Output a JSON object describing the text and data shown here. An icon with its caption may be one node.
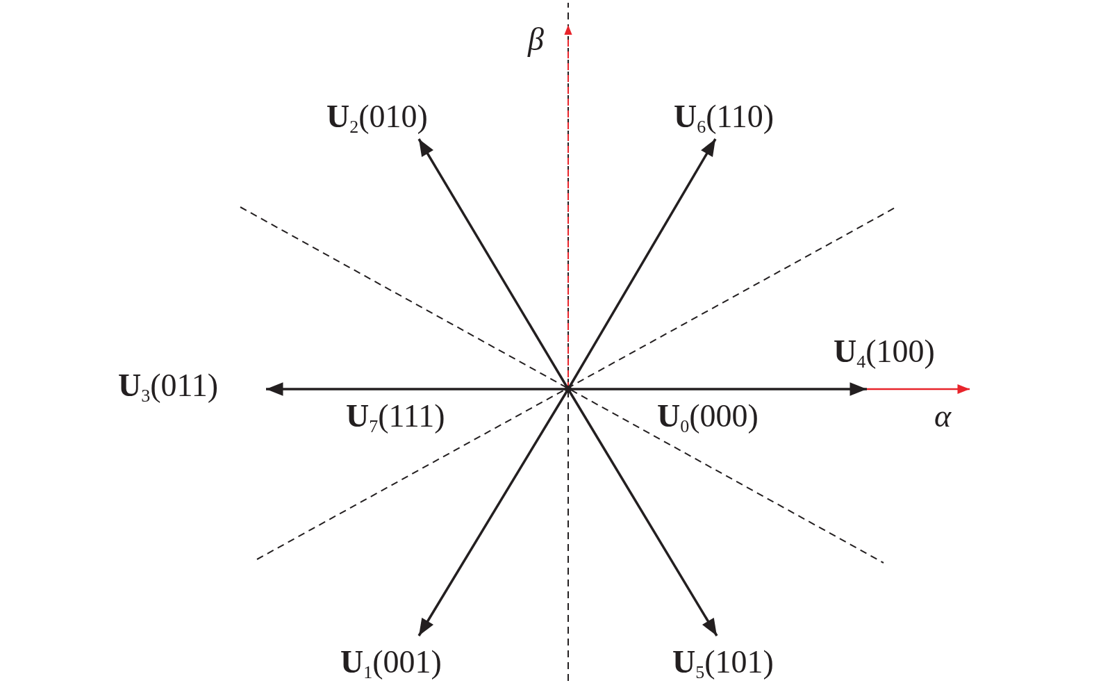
{
  "diagram": {
    "nodes": [
      {
        "text": [
          "**U**$_{2}$(010)"
        ]
      },
      {
        "text": [
          "**U**$_{6}$(110)"
        ]
      },
      {
        "text": [
          "**U**$_{3}$(011)"
        ]
      },
      {
        "text": [
          "**U**$_{4}$(100)"
        ]
      },
      {
        "text": [
          "**U**$_{1}$(001)"
        ]
      },
      {
        "text": [
          "**U**$_{5}$(101)"
        ]
      }
    ],
    "edges": [
      {
        "from": null,
        "to": 0,
        "arrow": "to"
      },
      {
        "from": null,
        "to": 1,
        "arrow": "to"
      },
      {
        "from": null,
        "to": 2,
        "arrow": "to"
      },
      {
        "from": null,
        "to": 3,
        "arrow": "to"
      },
      {
        "from": null,
        "to": 4,
        "arrow": "to"
      },
      {
        "from": null,
        "to": 5,
        "arrow": "to"
      }
    ],
    "labels": [
      "β",
      "**U**$_{7}$(111)",
      "**U**$_{0}$(000)",
      "α"
    ]
  }
}
